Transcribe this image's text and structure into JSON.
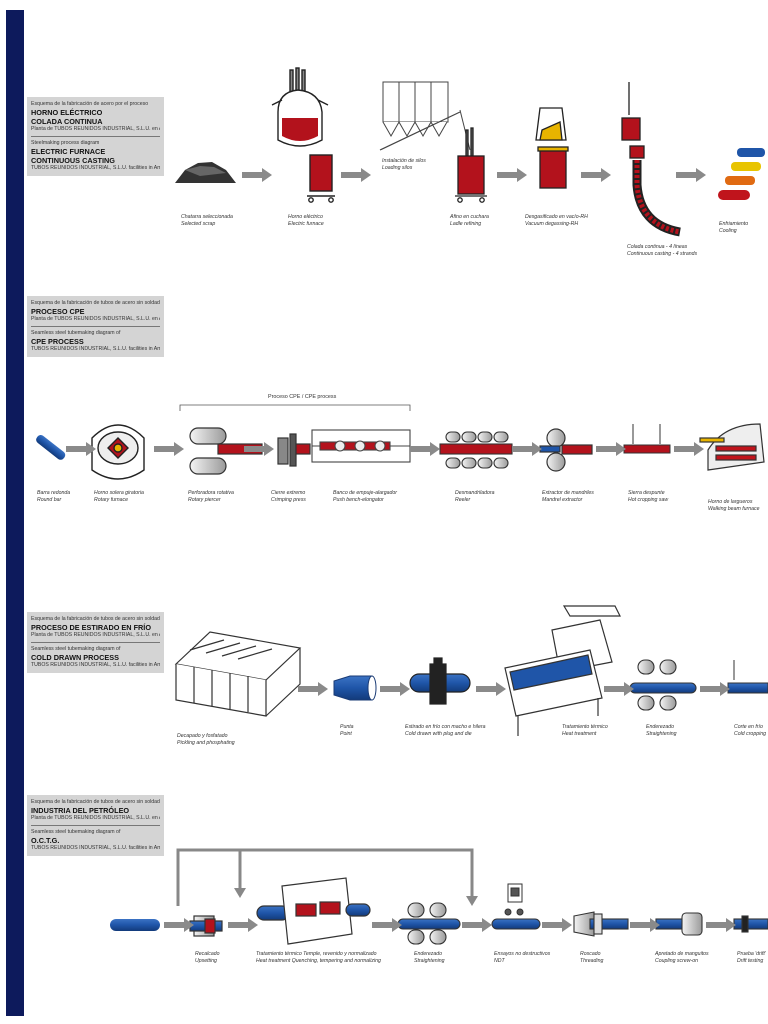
{
  "sections": [
    {
      "id": "electric",
      "es_intro": "Esquema de la fabricación de acero por el proceso",
      "es_title": [
        "HORNO ELÉCTRICO",
        "COLADA CONTINUA"
      ],
      "es_plant": "Planta de TUBOS REUNIDOS INDUSTRIAL, S.L.U. en Amurrio",
      "en_intro": "Steelmaking process diagram",
      "en_title": [
        "ELECTRIC FURNACE",
        "CONTINUOUS CASTING"
      ],
      "en_plant": "TUBOS REUNIDOS INDUSTRIAL, S.L.U. facilities in Amurrio",
      "steps": [
        {
          "es": "Chatarra seleccionada",
          "en": "Selected scrap"
        },
        {
          "es": "Horno eléctrico",
          "en": "Electric furnace"
        },
        {
          "es": "Instalación de silos",
          "en": "Loading silos"
        },
        {
          "es": "Afino en cuchara",
          "en": "Ladle refining"
        },
        {
          "es": "Desgasificado en vacío-RH",
          "en": "Vacuum degassing-RH"
        },
        {
          "es": "Colada continua - 4 líneas",
          "en": "Continuous casting - 4 strands"
        },
        {
          "es": "Enfriamiento",
          "en": "Cooling"
        }
      ]
    },
    {
      "id": "cpe",
      "es_intro": "Esquema de la fabricación de tubos de acero sin soldadura por el",
      "es_title": [
        "PROCESO CPE"
      ],
      "es_plant": "Planta de TUBOS REUNIDOS INDUSTRIAL, S.L.U. en Amurrio",
      "en_intro": "Seamless steel tubemaking diagram of",
      "en_title": [
        "CPE PROCESS"
      ],
      "en_plant": "TUBOS REUNIDOS INDUSTRIAL, S.L.U. facilities in Amurrio",
      "bracket": "Proceso CPE / CPE process",
      "steps": [
        {
          "es": "Barra redonda",
          "en": "Round bar"
        },
        {
          "es": "Horno solera giratoria",
          "en": "Rotary furnace"
        },
        {
          "es": "Perforadora rotativa",
          "en": "Rotary piercer"
        },
        {
          "es": "Cierre extremo",
          "en": "Crimping press"
        },
        {
          "es": "Banco de empuje-alargador",
          "en": "Push bench-elongator"
        },
        {
          "es": "Desmandriladora",
          "en": "Reeler"
        },
        {
          "es": "Extractor de mandriles",
          "en": "Mandrel extractor"
        },
        {
          "es": "Sierra despunte",
          "en": "Hot cropping saw"
        },
        {
          "es": "Horno de largueros",
          "en": "Walking beam furnace"
        }
      ]
    },
    {
      "id": "cold",
      "es_intro": "Esquema de la fabricación de tubos de acero sin soldadura por el",
      "es_title": [
        "PROCESO DE ESTIRADO EN FRÍO"
      ],
      "es_plant": "Planta de TUBOS REUNIDOS INDUSTRIAL, S.L.U. en Amurrio",
      "en_intro": "Seamless steel tubemaking diagram of",
      "en_title": [
        "COLD DRAWN PROCESS"
      ],
      "en_plant": "TUBOS REUNIDOS INDUSTRIAL, S.L.U. facilities in Amurrio",
      "steps": [
        {
          "es": "Decapado y fosfatado",
          "en": "Pickling and phosphating"
        },
        {
          "es": "Punta",
          "en": "Point"
        },
        {
          "es": "Estirado en frío con macho e hilera",
          "en": "Cold drawn with plug and die"
        },
        {
          "es": "Tratamiento térmico",
          "en": "Heat treatment"
        },
        {
          "es": "Enderezado",
          "en": "Straightening"
        },
        {
          "es": "Corte en frío",
          "en": "Cold cropping"
        }
      ]
    },
    {
      "id": "octg",
      "es_intro": "Esquema de la fabricación de tubos de acero sin soldadura para la",
      "es_title": [
        "INDUSTRIA DEL PETRÓLEO"
      ],
      "es_plant": "Planta de TUBOS REUNIDOS INDUSTRIAL, S.L.U. en Amurrio",
      "en_intro": "Seamless steel tubemaking diagram of",
      "en_title": [
        "O.C.T.G."
      ],
      "en_plant": "TUBOS REUNIDOS INDUSTRIAL, S.L.U. facilities in Amurrio",
      "steps": [
        {
          "es": "Recalcado",
          "en": "Upsetting"
        },
        {
          "es": "Tratamiento térmico Temple, revenido y normalizado",
          "en": "Heat treatment Quenching, tempering and normalizing"
        },
        {
          "es": "Enderezado",
          "en": "Straightening"
        },
        {
          "es": "Ensayos no destructivos",
          "en": "NDT"
        },
        {
          "es": "Roscado",
          "en": "Threading"
        },
        {
          "es": "Apretado de manguitos",
          "en": "Coupling screw-on"
        },
        {
          "es": "Prueba 'drift'",
          "en": "Drift testing"
        }
      ]
    }
  ],
  "colors": {
    "spine": "#0d1a5c",
    "panel": "#d4d4d4",
    "steel_red": "#b3121c",
    "pipe_blue": "#1f55a8",
    "arrow": "#8a8a8a"
  }
}
